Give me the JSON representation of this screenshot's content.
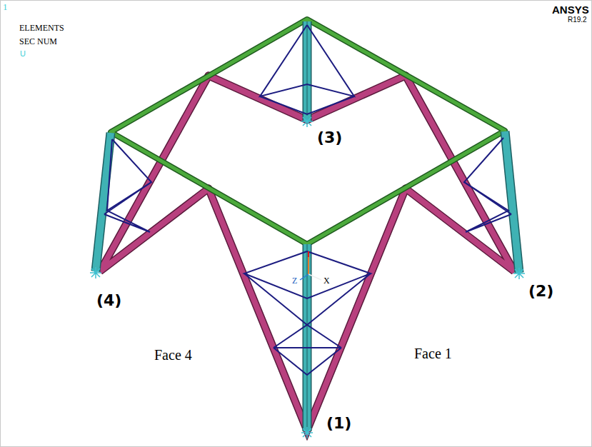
{
  "diagram": {
    "labels": [
      "1",
      "ELEMENTS",
      "SEC NUM",
      "U",
      "ANSYS",
      "R19.2",
      "(3)",
      "(4)",
      "(2)",
      "(1)",
      "Face 4",
      "Face 1",
      "X",
      "Z"
    ]
  }
}
